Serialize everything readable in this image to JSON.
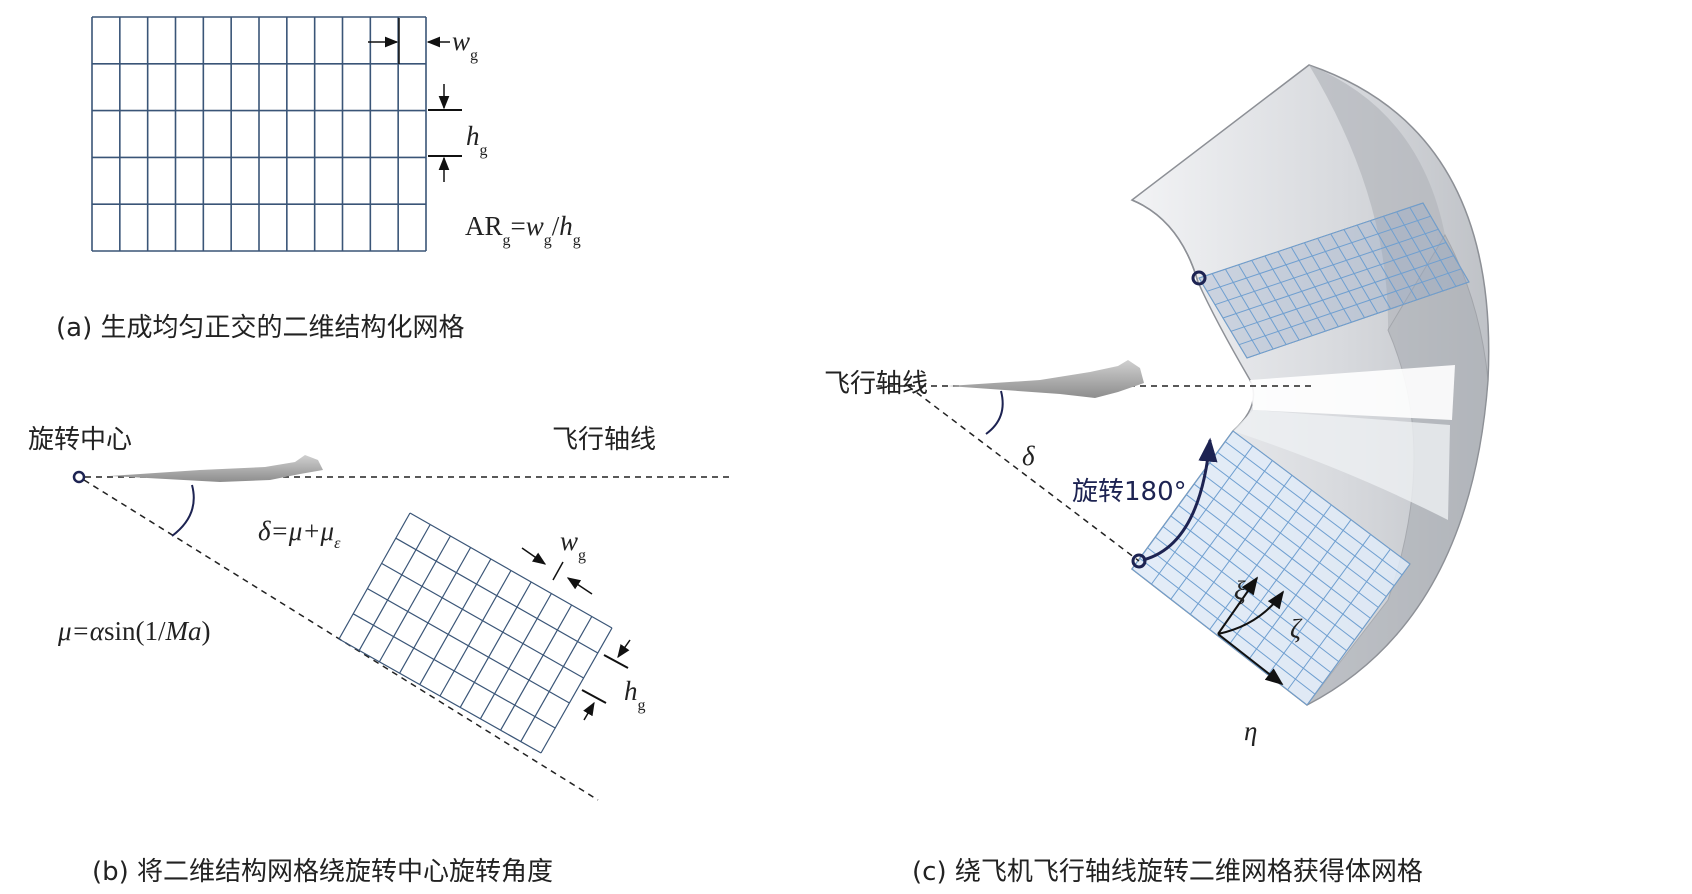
{
  "panel_a": {
    "caption": "(a) 生成均匀正交的二维结构化网格",
    "w_label": "w",
    "h_label": "h",
    "sub": "g",
    "ar_prefix": "AR",
    "ar_eq": "=",
    "ar_w": "w",
    "ar_slash": "/",
    "ar_h": "h"
  },
  "panel_b": {
    "caption": "(b) 将二维结构网格绕旋转中心旋转角度",
    "rotation_center": "旋转中心",
    "flight_axis": "飞行轴线",
    "delta_eq_a": "δ=μ+μ",
    "delta_eq_sub": "ε",
    "mu_eq_a": "μ=α",
    "mu_eq_b": "sin(1/",
    "mu_eq_c": "Ma",
    "mu_eq_d": ")",
    "w_label": "w",
    "h_label": "h",
    "sub": "g"
  },
  "panel_c": {
    "caption": "(c) 绕飞机飞行轴线旋转二维网格获得体网格",
    "flight_axis": "飞行轴线",
    "delta": "δ",
    "rotate_label": "旋转180°",
    "xi": "ξ",
    "zeta": "ζ",
    "eta": "η"
  },
  "colors": {
    "grid": "#3a5577",
    "mesh": "#6f9fd0",
    "navy": "#1d2352",
    "solid": "#c9cbcf"
  }
}
